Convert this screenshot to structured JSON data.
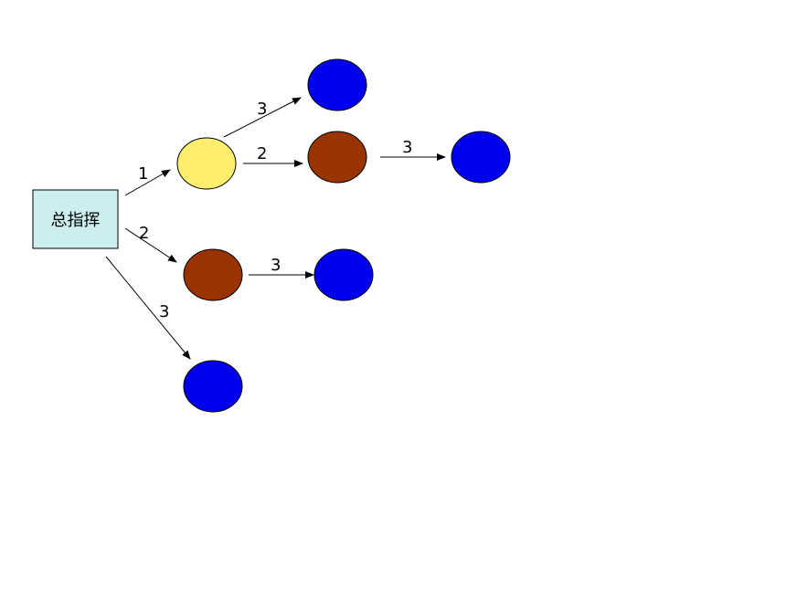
{
  "root": {
    "label": "总指挥"
  },
  "colors": {
    "root_fill": "#cceeee",
    "yellow": "#ffee6e",
    "brown": "#993300",
    "blue": "#0000ee",
    "line": "#000000"
  },
  "edges": [
    {
      "id": "e1",
      "label": "1"
    },
    {
      "id": "e2",
      "label": "2"
    },
    {
      "id": "e3",
      "label": "3"
    },
    {
      "id": "e4",
      "label": "3"
    },
    {
      "id": "e5",
      "label": "2"
    },
    {
      "id": "e6",
      "label": "3"
    },
    {
      "id": "e7",
      "label": "3"
    }
  ]
}
